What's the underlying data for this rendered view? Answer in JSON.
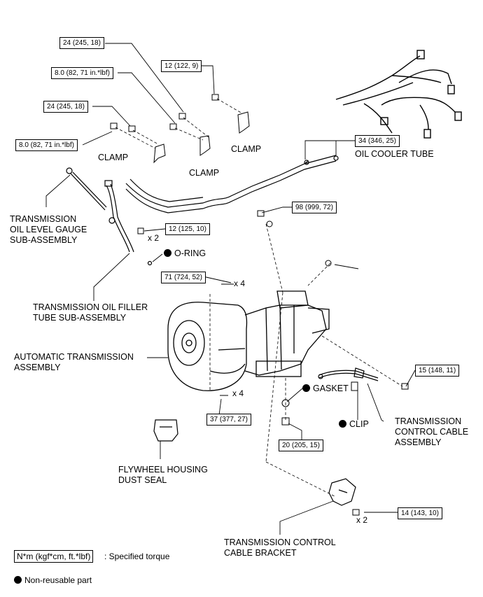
{
  "labels": {
    "clamp_1": "CLAMP",
    "clamp_2": "CLAMP",
    "clamp_3": "CLAMP",
    "oil_cooler_tube": "OIL COOLER TUBE",
    "oil_level_gauge": "TRANSMISSION\nOIL LEVEL GAUGE\nSUB-ASSEMBLY",
    "o_ring": "O-RING",
    "oil_filler_tube": "TRANSMISSION OIL FILLER\nTUBE SUB-ASSEMBLY",
    "automatic_transmission": "AUTOMATIC TRANSMISSION\nASSEMBLY",
    "gasket": "GASKET",
    "clip": "CLIP",
    "control_cable": "TRANSMISSION\nCONTROL CABLE\nASSEMBLY",
    "flywheel_seal": "FLYWHEEL HOUSING\nDUST SEAL",
    "cable_bracket": "TRANSMISSION CONTROL\nCABLE BRACKET"
  },
  "torques": {
    "t1": "24 (245, 18)",
    "t2": "8.0 (82, 71 in.*lbf)",
    "t3": "12 (122, 9)",
    "t4": "24 (245, 18)",
    "t5": "8.0 (82, 71 in.*lbf)",
    "t6": "34 (346, 25)",
    "t7": "98 (999, 72)",
    "t8": "12 (125, 10)",
    "t9": "71 (724, 52)",
    "t10": "15 (148, 11)",
    "t11": "37 (377, 27)",
    "t12": "20 (205, 15)",
    "t13": "14 (143, 10)"
  },
  "multipliers": {
    "m1": "x 2",
    "m2": "x 4",
    "m3": "x 4",
    "m4": "x 2"
  },
  "legend": {
    "torque_unit": "N*m (kgf*cm, ft.*lbf)",
    "torque_desc": ": Specified torque",
    "non_reusable": "Non-reusable part"
  }
}
